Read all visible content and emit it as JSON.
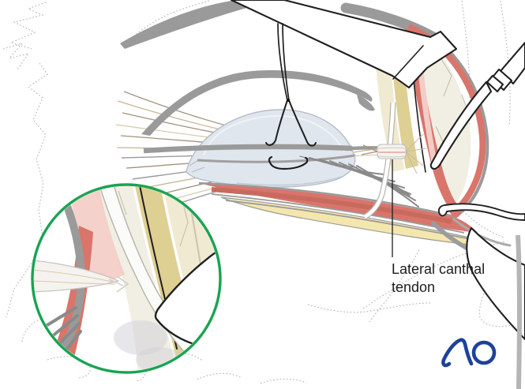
{
  "annotation": {
    "label_line1": "Lateral canthal",
    "label_line2": "tendon"
  },
  "logo": {
    "text": "AO"
  },
  "palette": {
    "background": "#ffffff",
    "inset_border_green": "#1aa352",
    "muscle_red": "#d9756b",
    "muscle_red_deep": "#c96a5f",
    "muscle_red_light": "#f2cdc6",
    "bone_cream": "#f1eee3",
    "bone_khaki": "#decf92",
    "bone_khaki_light": "#f0ead2",
    "fat_yellow": "#f4e7ae",
    "eye_shield": "#e0e6ed",
    "eye_shield_edge": "#b6bdc7",
    "tissue_gray": "#9a9a9a",
    "outline_dark": "#1f1f1f",
    "label_text": "#1d1d1d",
    "dotted_sketch": "#a9a9a9",
    "fiber_tan": "#c9b594",
    "fiber_tan_light": "#d6c8a6",
    "fiber_brown": "#a3927f",
    "crack_tan": "#c2bba6",
    "logo_blue": "#1e429b"
  }
}
